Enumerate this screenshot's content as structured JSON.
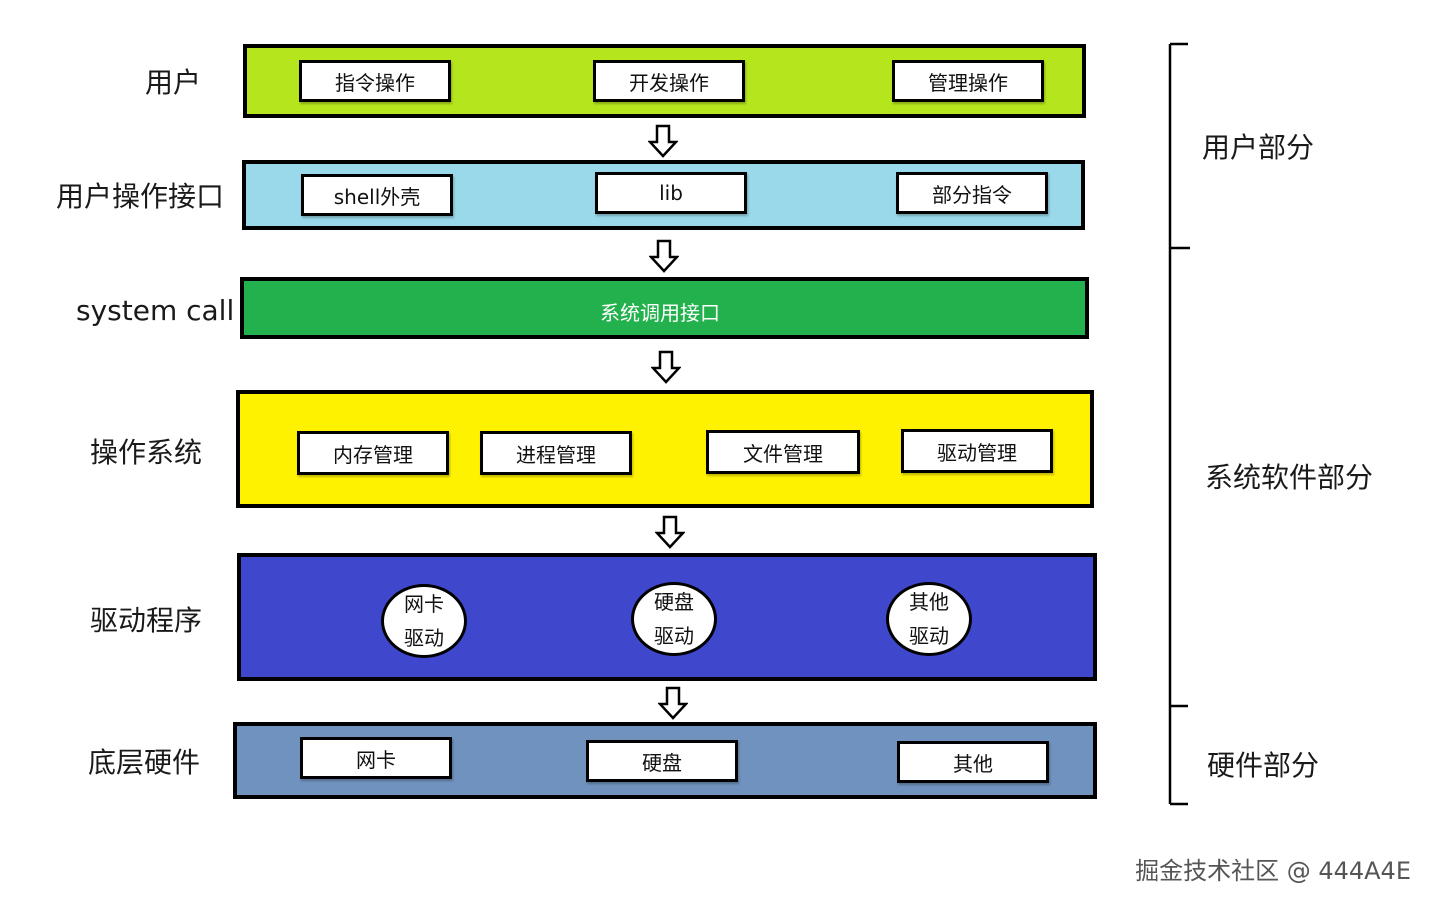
{
  "colors": {
    "user_layer": "#b5e61d",
    "interface_layer": "#99d9ea",
    "syscall_layer": "#22b14c",
    "os_layer": "#fff200",
    "driver_layer": "#3f48cc",
    "hardware_layer": "#7092be"
  },
  "layers": {
    "user": {
      "label": "用户",
      "boxes": [
        "指令操作",
        "开发操作",
        "管理操作"
      ]
    },
    "interface": {
      "label": "用户操作接口",
      "boxes": [
        "shell外壳",
        "lib",
        "部分指令"
      ]
    },
    "syscall": {
      "label": "system call",
      "text": "系统调用接口"
    },
    "os": {
      "label": "操作系统",
      "boxes": [
        "内存管理",
        "进程管理",
        "文件管理",
        "驱动管理"
      ]
    },
    "driver": {
      "label": "驱动程序",
      "circles": [
        {
          "line1": "网卡",
          "line2": "驱动"
        },
        {
          "line1": "硬盘",
          "line2": "驱动"
        },
        {
          "line1": "其他",
          "line2": "驱动"
        }
      ]
    },
    "hardware": {
      "label": "底层硬件",
      "boxes": [
        "网卡",
        "硬盘",
        "其他"
      ]
    }
  },
  "sides": {
    "user_part": "用户部分",
    "system_software_part": "系统软件部分",
    "hardware_part": "硬件部分"
  },
  "watermark": "掘金技术社区 @ 444A4E"
}
